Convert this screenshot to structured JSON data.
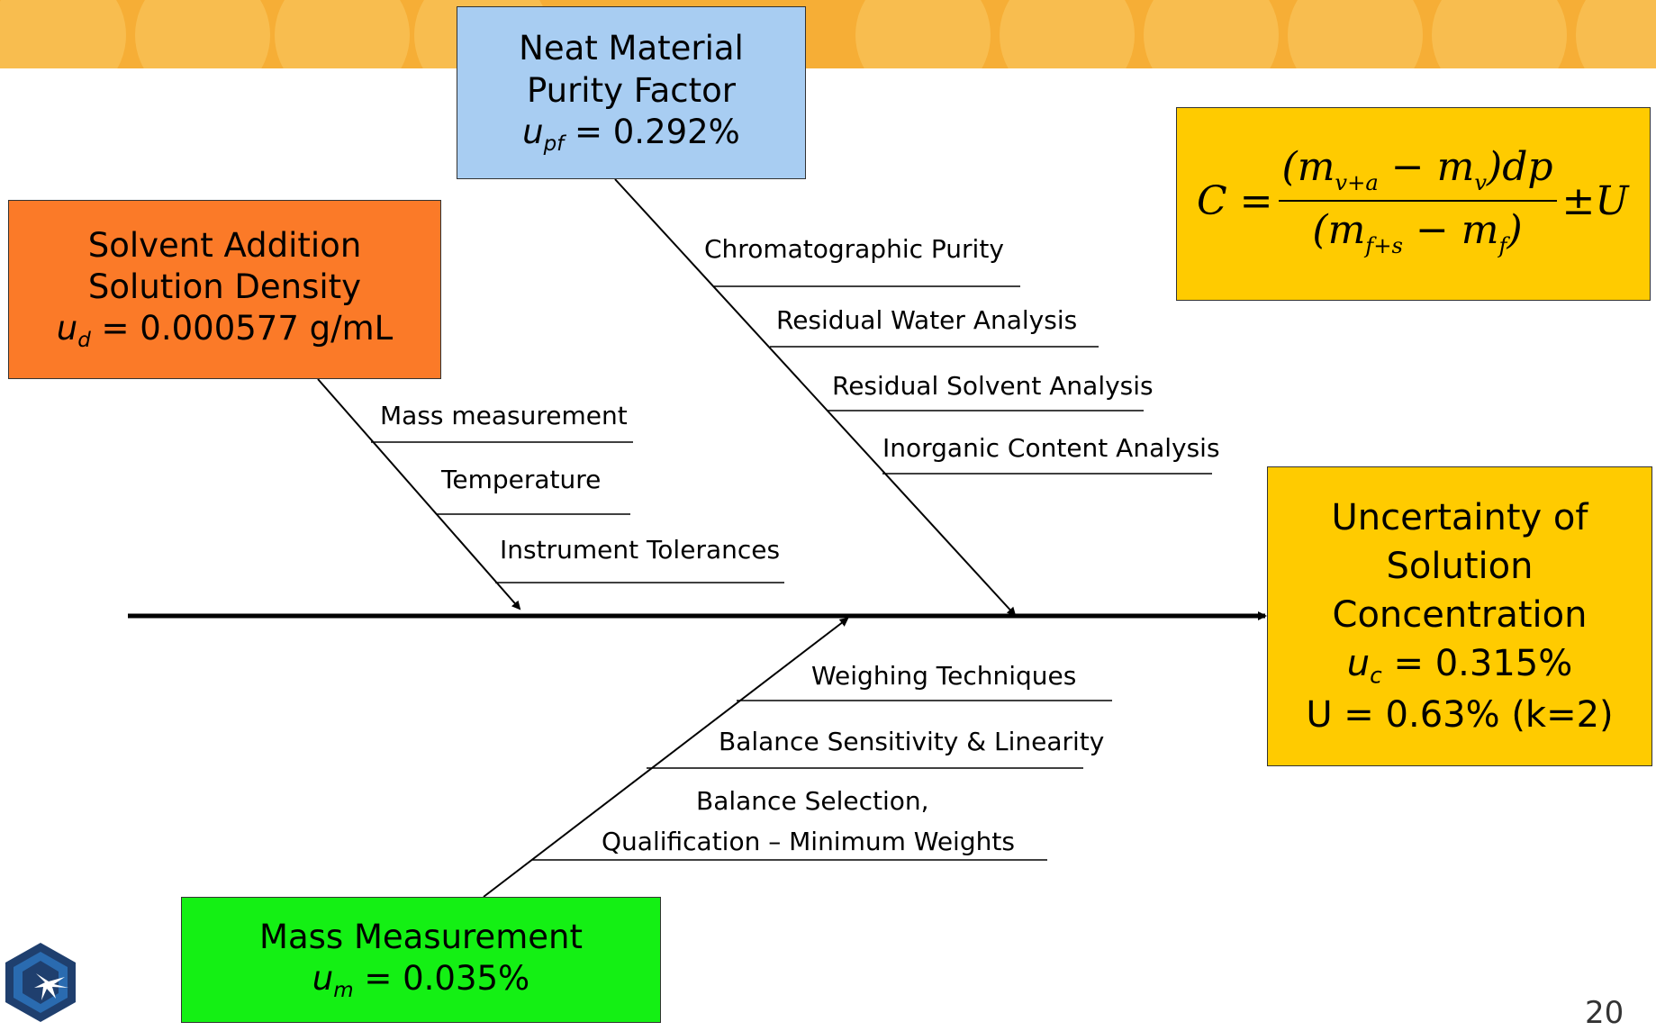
{
  "banner_color": "#f6ae36",
  "effect": {
    "line1": "Uncertainty of",
    "line2": "Solution",
    "line3": "Concentration",
    "uc_symbol": "u",
    "uc_subscript": "c",
    "uc_value": "= 0.315%",
    "expanded": "U = 0.63% (k=2)",
    "color": "#ffcb00"
  },
  "formula": {
    "lhs": "C =",
    "numerator_a": "(m",
    "numerator_a_sub": "v+a",
    "numerator_b": "− m",
    "numerator_b_sub": "v",
    "numerator_c": ")dp",
    "denominator_a": "(m",
    "denominator_a_sub": "f+s",
    "denominator_b": "− m",
    "denominator_b_sub": "f",
    "denominator_c": ")",
    "rhs": "±U"
  },
  "causes": {
    "neat": {
      "line1": "Neat Material",
      "line2": "Purity Factor",
      "u_symbol": "u",
      "u_subscript": "pf",
      "u_value": "= 0.292%",
      "color": "#a8cdf2",
      "items": [
        "Chromatographic Purity",
        "Residual Water Analysis",
        "Residual Solvent Analysis",
        "Inorganic Content Analysis"
      ]
    },
    "solvent": {
      "line1": "Solvent Addition",
      "line2": "Solution Density",
      "u_symbol": "u",
      "u_subscript": "d",
      "u_value": "= 0.000577 g/mL",
      "color": "#fb7a28",
      "items": [
        "Mass measurement",
        "Temperature",
        "Instrument Tolerances"
      ]
    },
    "mass": {
      "line1": "Mass Measurement",
      "u_symbol": "u",
      "u_subscript": "m",
      "u_value": "= 0.035%",
      "color": "#14f014",
      "items": [
        "Weighing Techniques",
        "Balance Sensitivity & Linearity",
        "Balance Selection,",
        "Qualification – Minimum Weights"
      ]
    }
  },
  "page_number": "20",
  "logo_icon": "crystal-logo-icon"
}
